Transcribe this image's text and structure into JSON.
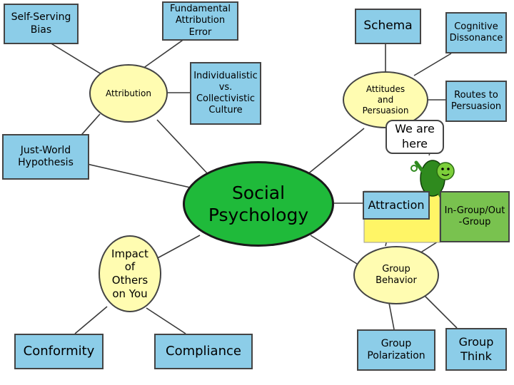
{
  "nodes": {
    "self_serving_bias": "Self-Serving\nBias",
    "fundamental_attribution_error": "Fundamental\nAttribution\nError",
    "schema": "Schema",
    "cognitive_dissonance": "Cognitive\nDissonance",
    "attribution": "Attribution",
    "individualistic_vs_collectivistic": "Individualistic\nvs.\nCollectivistic\nCulture",
    "attitudes_and_persuasion": "Attitudes\nand\nPersuasion",
    "routes_to_persuasion": "Routes to\nPersuasion",
    "just_world_hypothesis": "Just-World\nHypothesis",
    "social_psychology": "Social\nPsychology",
    "attraction": "Attraction",
    "in_group_out_group": "In-Group/Out\n-Group",
    "impact_of_others": "Impact\nof\nOthers\non You",
    "group_behavior": "Group\nBehavior",
    "conformity": "Conformity",
    "compliance": "Compliance",
    "group_polarization": "Group\nPolarization",
    "group_think": "Group\nThink"
  },
  "callout": {
    "text": "We are\nhere"
  },
  "colors": {
    "blue_box": "#8ccde8",
    "green_box": "#79c24f",
    "yellow_node": "#fffcb1",
    "center_node": "#1fba3a",
    "line": "#3a3a3a"
  }
}
